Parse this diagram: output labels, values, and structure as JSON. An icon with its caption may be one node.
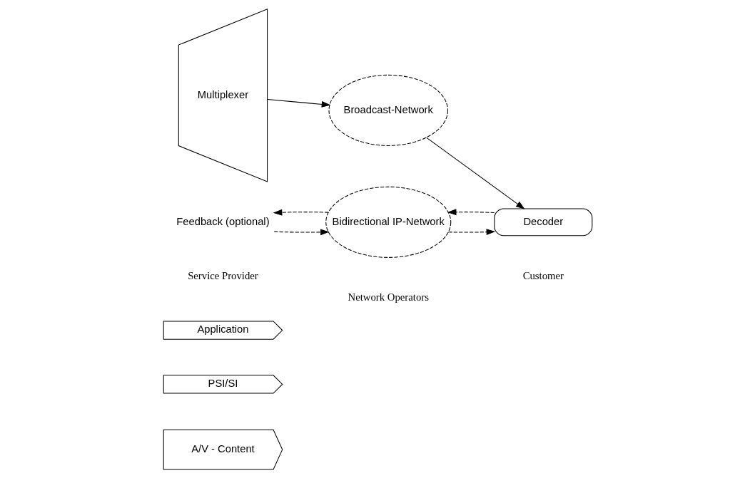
{
  "diagram": {
    "nodes": [
      {
        "text": [
          "A/V - Content"
        ]
      },
      {
        "text": [
          "PSI/SI"
        ]
      },
      {
        "text": [
          "Application"
        ]
      },
      {
        "text": [
          "Multiplexer"
        ]
      },
      {
        "text": [
          "Broadcast-Network"
        ]
      },
      {
        "text": [
          "Decoder"
        ]
      },
      {
        "text": [
          "Bidirectional IP-Network"
        ]
      },
      {
        "text": [
          "Feedback (optional)"
        ]
      }
    ],
    "edges": [
      {
        "from": 3,
        "to": 4,
        "arrow": "to"
      },
      {
        "from": 4,
        "to": 5,
        "arrow": "to"
      },
      {
        "from": 5,
        "to": 6,
        "arrow": "to",
        "style": "dashed"
      },
      {
        "from": 6,
        "to": 5,
        "arrow": "to",
        "style": "dashed"
      },
      {
        "from": 6,
        "to": 7,
        "arrow": "to",
        "style": "dashed"
      },
      {
        "from": 7,
        "to": 6,
        "arrow": "to",
        "style": "dashed"
      }
    ],
    "labels": [
      "Service Provider",
      "Network Operators",
      "Customer"
    ]
  }
}
